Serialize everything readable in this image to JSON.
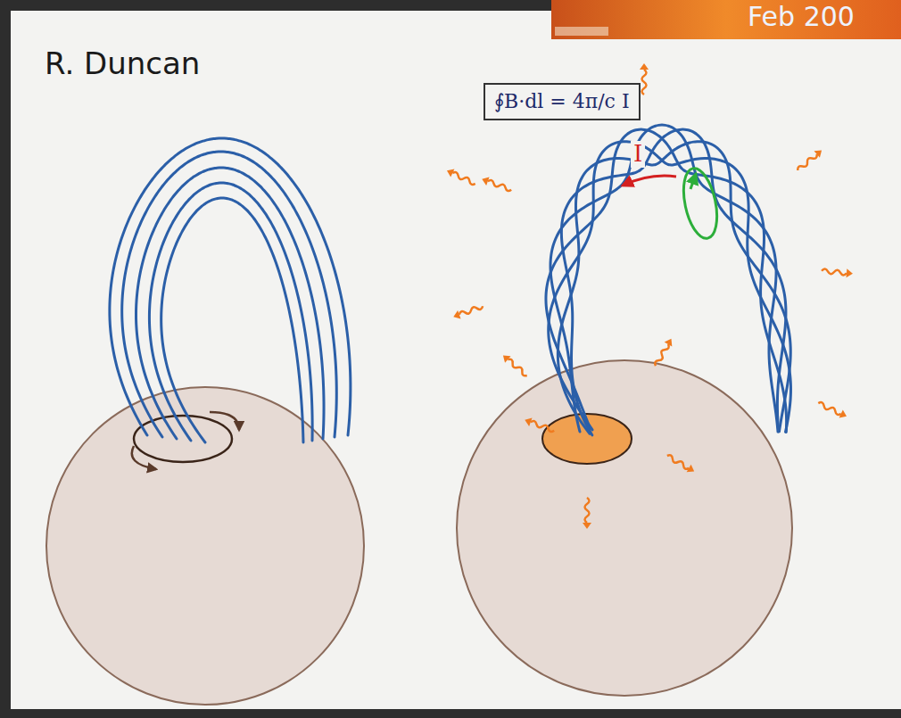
{
  "diagram": {
    "nodes": [
      {
        "text": [
          "∮B·dl = 4π/c I"
        ]
      }
    ],
    "labels": [
      "Feb 200",
      "R. Duncan",
      "I"
    ]
  }
}
